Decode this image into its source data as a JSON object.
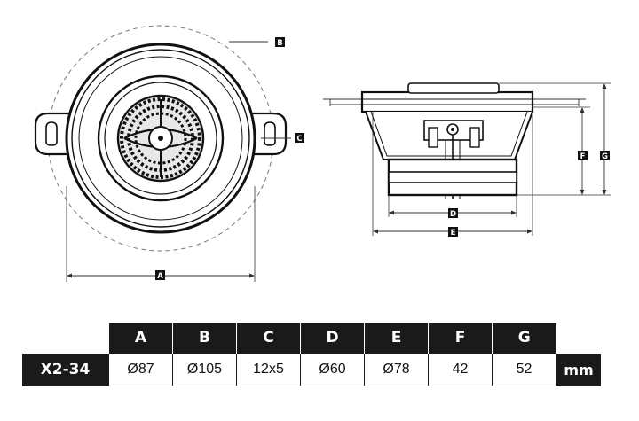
{
  "drawing": {
    "front_view_labels": [
      "B",
      "C",
      "A"
    ],
    "side_view_labels": [
      "D",
      "E",
      "F",
      "G"
    ]
  },
  "table": {
    "columns": [
      "A",
      "B",
      "C",
      "D",
      "E",
      "F",
      "G"
    ],
    "model": "X2-34",
    "values": [
      "Ø87",
      "Ø105",
      "12x5",
      "Ø60",
      "Ø78",
      "42",
      "52"
    ],
    "unit": "mm"
  }
}
